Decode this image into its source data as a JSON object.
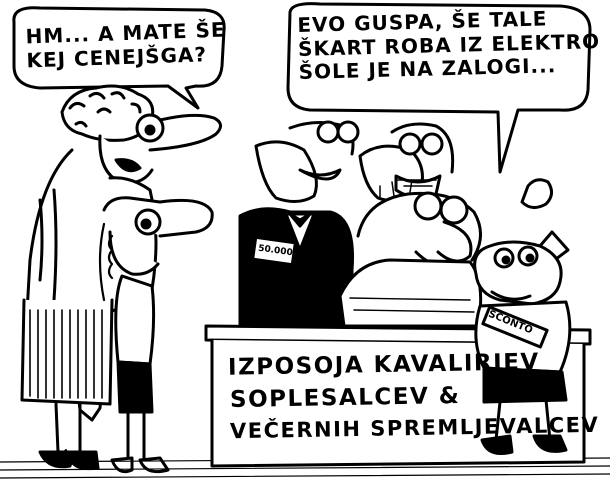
{
  "speech_left": {
    "line1": "HM... A MATE ŠE",
    "line2": "KEJ CENEJŠGA?"
  },
  "speech_right": {
    "line1": "EVO GUSPA, ŠE TALE",
    "line2": "ŠKART ROBA IZ ELEKTRO",
    "line3": "ŠOLE JE NA ZALOGI..."
  },
  "counter_sign": {
    "line1": "IZPOSOJA KAVALIRJEV",
    "line2": "SOPLESALCEV &",
    "line3": "VEČERNIH SPREMLJEVALCEV"
  },
  "price_tag": "50.000",
  "sconto_tag": "SCONTO",
  "colors": {
    "ink": "#000000",
    "paper": "#ffffff",
    "hatch": "#8a8a8a"
  }
}
